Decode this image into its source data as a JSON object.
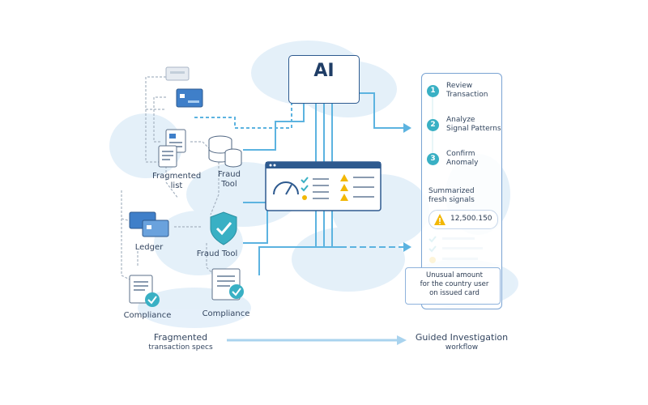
{
  "ai": {
    "label": "AI"
  },
  "left_labels": {
    "fragmented_list": [
      "Fragmented",
      "list"
    ],
    "fraud_tool_top": [
      "Fraud",
      "Tool"
    ],
    "ledger": "Ledger",
    "fraud_tool_mid": "Fraud Tool",
    "compliance_left": "Compliance",
    "compliance_mid": "Compliance"
  },
  "panel": {
    "steps": [
      {
        "num": "1",
        "lines": [
          "Review",
          "Transaction"
        ]
      },
      {
        "num": "2",
        "lines": [
          "Analyze",
          "Signal Patterns"
        ]
      },
      {
        "num": "3",
        "lines": [
          "Confirm",
          "Anomaly"
        ]
      }
    ],
    "summary": [
      "Summarized",
      "fresh signals"
    ],
    "amount": "12,500.150",
    "callout": [
      "Unusual amount",
      "for the country user",
      "on issued card"
    ]
  },
  "footer": {
    "left_title": "Fragmented",
    "left_sub": "transaction specs",
    "right_title": "Guided Investigation",
    "right_sub": "workflow"
  },
  "colors": {
    "accent": "#39b0c4",
    "line": "#5cb3e0",
    "navy": "#1f3d66",
    "warn": "#f2b705",
    "blob": "#d6e8f7"
  }
}
